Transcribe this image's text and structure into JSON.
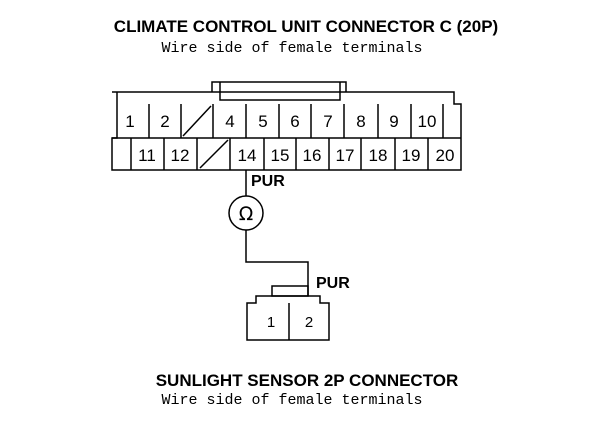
{
  "connector_c": {
    "title": "CLIMATE CONTROL UNIT CONNECTOR C (20P)",
    "subtitle": "Wire side of female terminals",
    "top_row": [
      "1",
      "2",
      "",
      "4",
      "5",
      "6",
      "7",
      "8",
      "9",
      "10"
    ],
    "bottom_row": [
      "",
      "11",
      "12",
      "",
      "14",
      "15",
      "16",
      "17",
      "18",
      "19",
      "20"
    ]
  },
  "wire": {
    "upper_label": "PUR",
    "lower_label": "PUR"
  },
  "meter": {
    "symbol": "Ω"
  },
  "sensor": {
    "title": "SUNLIGHT SENSOR 2P CONNECTOR",
    "subtitle": "Wire side of female terminals",
    "pins": [
      "1",
      "2"
    ]
  }
}
